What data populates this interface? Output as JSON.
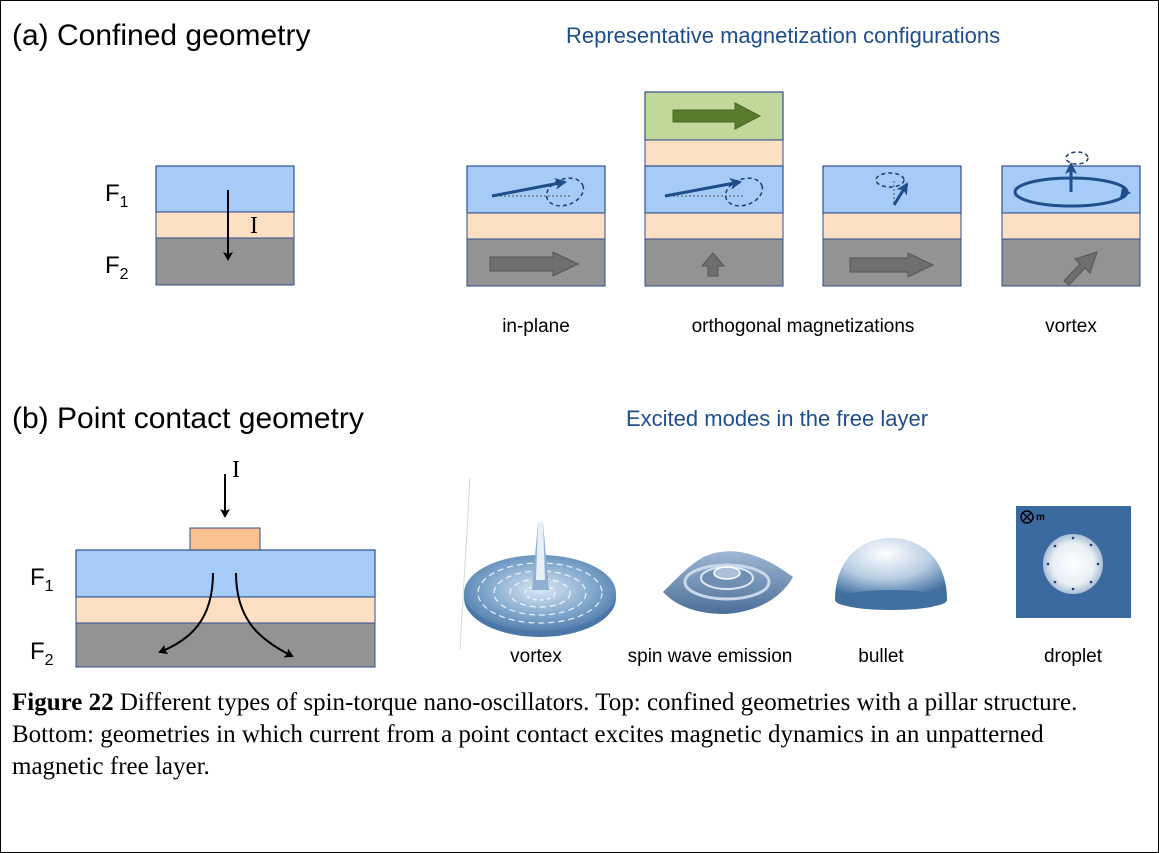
{
  "panel_a": {
    "title": "(a) Confined geometry",
    "subtitle": "Representative magnetization configurations",
    "layer_label_f1": "F1",
    "layer_label_f2": "F2",
    "current_label": "I",
    "config_labels": [
      "in-plane",
      "orthogonal magnetizations",
      "vortex"
    ]
  },
  "panel_b": {
    "title": "(b) Point contact geometry",
    "subtitle": "Excited modes in the free layer",
    "layer_label_f1": "F1",
    "layer_label_f2": "F2",
    "current_label": "I",
    "mode_labels": [
      "vortex",
      "spin wave emission",
      "bullet",
      "droplet"
    ],
    "droplet_inset_label": "m"
  },
  "caption": {
    "label": "Figure 22",
    "text": " Different types of spin-torque nano-oscillators.  Top: confined geometries with a pillar structure.  Bottom: geometries in which current from a point contact excites magnetic dynamics in an unpatterned magnetic free layer."
  },
  "colors": {
    "free_layer": "#a6cbf7",
    "spacer": "#fde0c4",
    "fixed_layer": "#939393",
    "polarizer": "#c2d79a",
    "contact": "#f9c28e",
    "subtitle_blue": "#1f4e8c",
    "arrow_dark_blue": "#1f4e8c",
    "layer_border": "#2f4f8f"
  }
}
